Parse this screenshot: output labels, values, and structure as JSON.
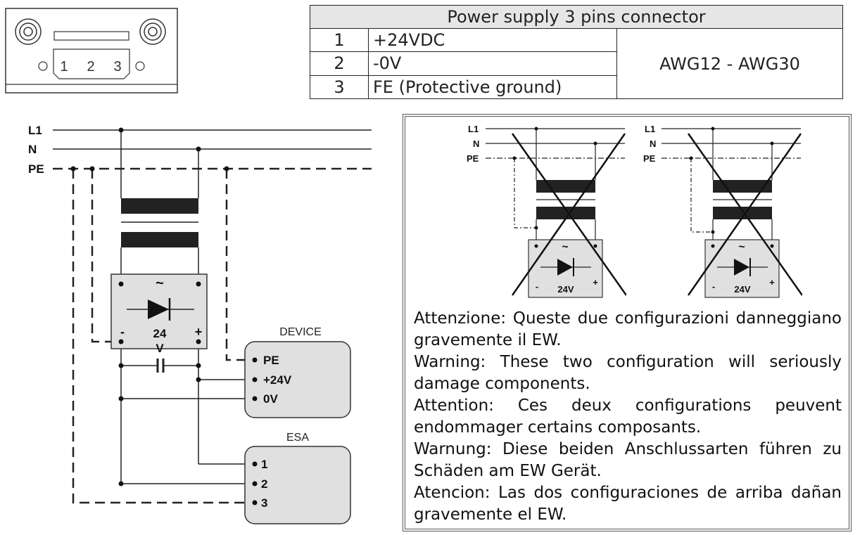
{
  "connector_picture": {
    "pin_labels": [
      "1",
      "2",
      "3"
    ]
  },
  "power_table": {
    "title": "Power supply 3 pins connector",
    "rows": [
      {
        "pin": "1",
        "desc": "+24VDC"
      },
      {
        "pin": "2",
        "desc": "-0V"
      },
      {
        "pin": "3",
        "desc": "FE (Protective ground)"
      }
    ],
    "wire_gauge": "AWG12 - AWG30"
  },
  "schematic": {
    "line_labels": {
      "l1": "L1",
      "n": "N",
      "pe": "PE"
    },
    "supply": {
      "ac_symbol": "~",
      "minus": "-",
      "plus": "+",
      "voltage_line1": "24",
      "voltage_line2": "V"
    },
    "device": {
      "title": "DEVICE",
      "pins": [
        "PE",
        "+24V",
        "0V"
      ]
    },
    "esa": {
      "title": "ESA",
      "pins": [
        "1",
        "2",
        "3"
      ]
    }
  },
  "wrong_configs": {
    "line_labels": {
      "l1": "L1",
      "n": "N",
      "pe": "PE"
    },
    "supply": {
      "ac_symbol": "~",
      "minus": "-",
      "plus": "+",
      "voltage": "24V"
    }
  },
  "warnings": [
    {
      "lead": "Attenzione:",
      "text": " Queste due configurazioni danneggiano gravemente il EW."
    },
    {
      "lead": "Warning:",
      "text": " These two configuration will seriously damage components."
    },
    {
      "lead": "Attention:",
      "text": " Ces deux configurations peuvent endommager certains composants."
    },
    {
      "lead": "Warnung:",
      "text": " Diese beiden Anschlussarten führen zu Schäden am EW Gerät."
    },
    {
      "lead": "Atencion:",
      "text": " Las dos configuraciones de arriba dañan gravemente el EW."
    }
  ]
}
